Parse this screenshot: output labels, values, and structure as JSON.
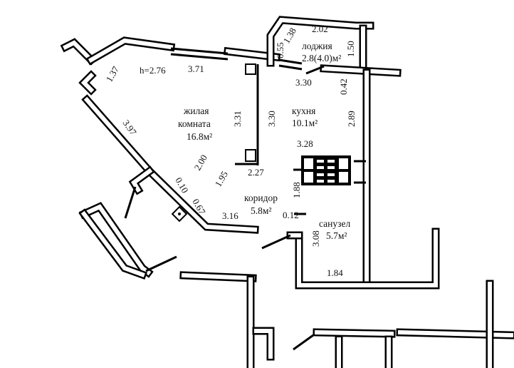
{
  "plan": {
    "ceiling_height": "h=2.76",
    "rooms": {
      "living": {
        "name_line1": "жилая",
        "name_line2": "комната",
        "area": "16.8м²"
      },
      "kitchen": {
        "name": "кухня",
        "area": "10.1м²"
      },
      "loggia": {
        "name": "лоджия",
        "area": "2.8(4.0)м²"
      },
      "corridor": {
        "name": "коридор",
        "area": "5.8м²"
      },
      "bathroom": {
        "name": "санузел",
        "area": "5.7м²"
      }
    },
    "dimensions": {
      "living_top": "3.71",
      "living_corner": "1.37",
      "living_diag": "3.97",
      "living_side": "3.31",
      "kitchen_left": "3.30",
      "kitchen_right": "2.89",
      "kitchen_bottom": "3.28",
      "kitchen_top": "3.30",
      "kitchen_niche": "0.42",
      "loggia_top": "2.02",
      "loggia_diag": "1.38",
      "loggia_left": "0.55",
      "loggia_right": "1.50",
      "corridor_a": "2.00",
      "corridor_b": "1.95",
      "corridor_c": "2.27",
      "corridor_d": "1.88",
      "corridor_e": "0.12",
      "corridor_f": "3.16",
      "corridor_g": "0.10",
      "corridor_h": "0.67",
      "bath_side": "3.08",
      "bath_bottom": "1.84"
    }
  }
}
